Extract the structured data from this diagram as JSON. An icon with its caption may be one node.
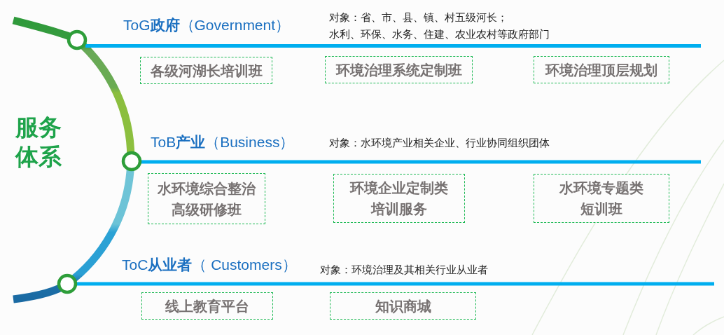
{
  "diagram": {
    "title": "服务体系",
    "nodes": [
      {
        "text": [
          "各级河湖长培训班"
        ]
      },
      {
        "text": [
          "环境治理系统定制班"
        ]
      },
      {
        "text": [
          "环境治理顶层规划"
        ]
      },
      {
        "text": [
          "水环境综合整治高级研修班"
        ]
      },
      {
        "text": [
          "环境企业定制类培训服务"
        ]
      },
      {
        "text": [
          "水环境专题类短训班"
        ]
      },
      {
        "text": [
          "线上教育平台"
        ]
      },
      {
        "text": [
          "知识商城"
        ]
      }
    ],
    "labels": [
      "ToG**政府**（Government）",
      "对象：省、市、县、镇、村五级河长；",
      "水利、环保、水务、住建、农业农村等政府部门",
      "ToB**产业**（Business）",
      "对象：水环境产业相关企业、行业协同组织团体",
      "ToC**从业者**（ Customers）",
      "对象：环境治理及其相关行业从业者"
    ]
  }
}
